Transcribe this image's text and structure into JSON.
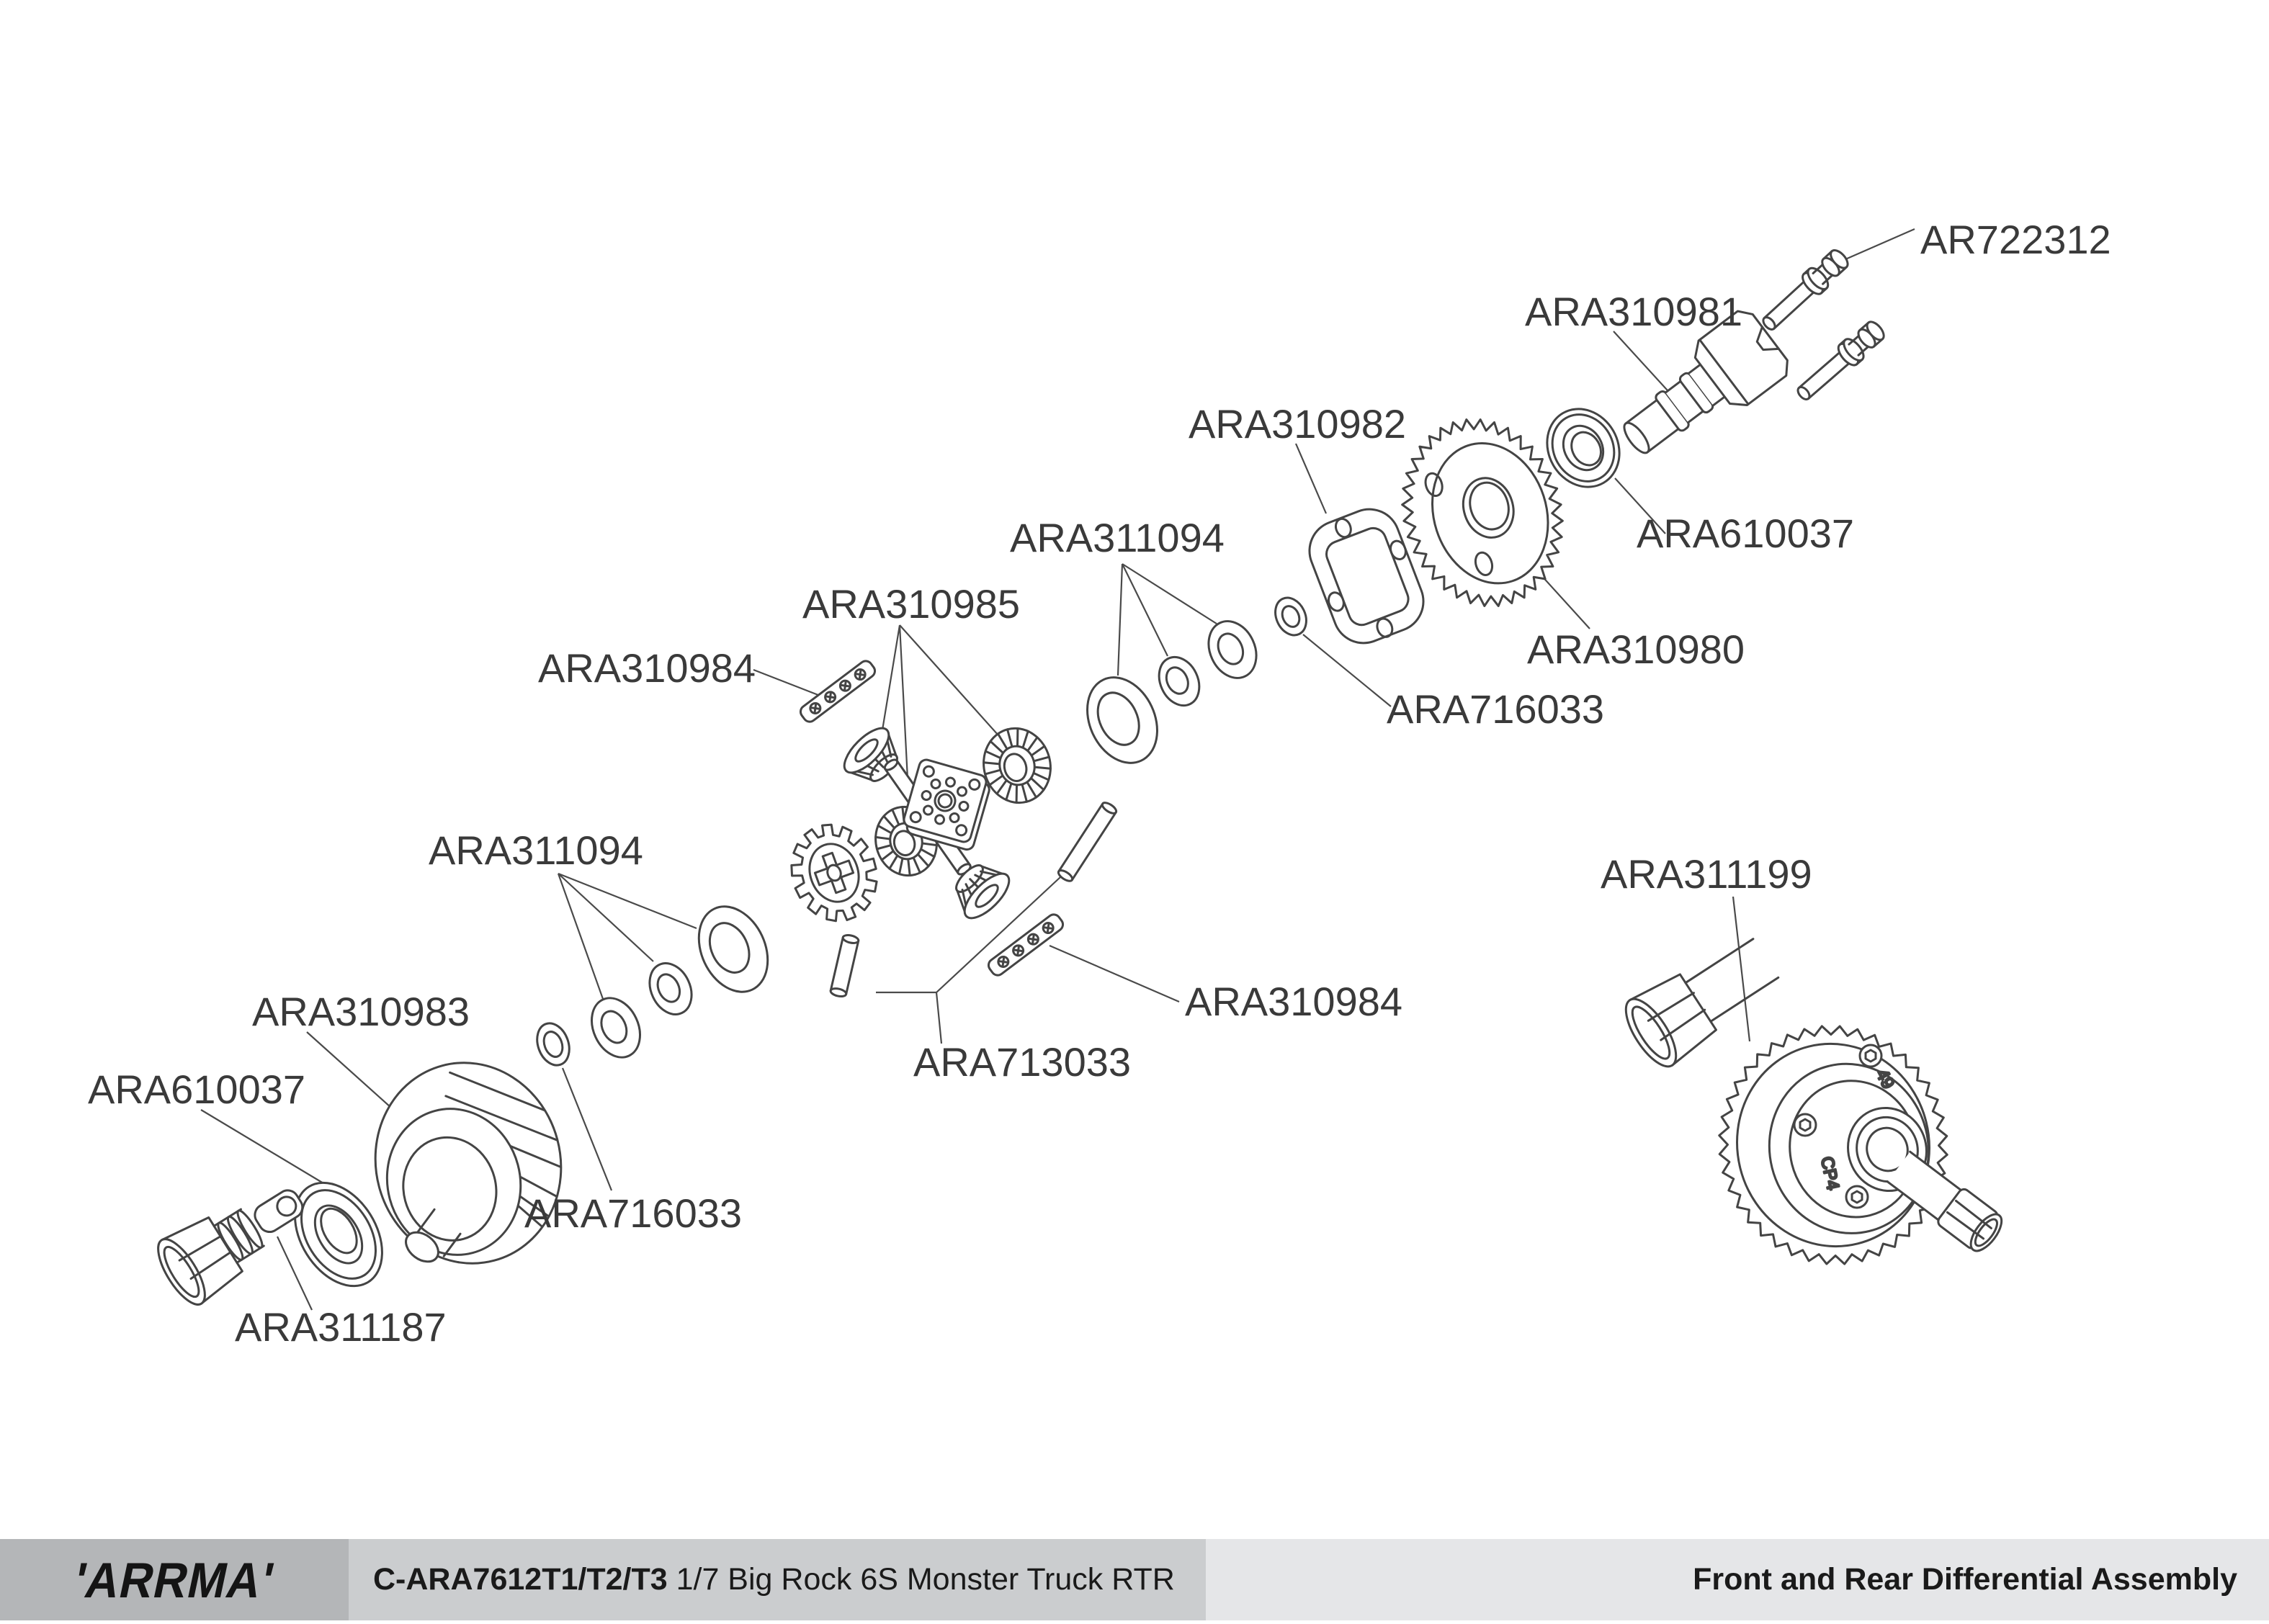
{
  "labels": [
    {
      "id": "ar722312",
      "text": "AR722312"
    },
    {
      "id": "ara310981",
      "text": "ARA310981"
    },
    {
      "id": "ara310982",
      "text": "ARA310982"
    },
    {
      "id": "ara610037-right",
      "text": "ARA610037"
    },
    {
      "id": "ara310980",
      "text": "ARA310980"
    },
    {
      "id": "ara311094-center",
      "text": "ARA311094"
    },
    {
      "id": "ara310985",
      "text": "ARA310985"
    },
    {
      "id": "ara310984-left",
      "text": "ARA310984"
    },
    {
      "id": "ara716033-right",
      "text": "ARA716033"
    },
    {
      "id": "ara311094-left",
      "text": "ARA311094"
    },
    {
      "id": "ara311199",
      "text": "ARA311199"
    },
    {
      "id": "ara310983",
      "text": "ARA310983"
    },
    {
      "id": "ara610037-left",
      "text": "ARA610037"
    },
    {
      "id": "ara310984-right",
      "text": "ARA310984"
    },
    {
      "id": "ara713033",
      "text": "ARA713033"
    },
    {
      "id": "ara716033-left",
      "text": "ARA716033"
    },
    {
      "id": "ara311187",
      "text": "ARA311187"
    }
  ],
  "stamps": {
    "cp4": "CP4",
    "s49": "49"
  },
  "footer": {
    "brand": "'ARRMA'",
    "sku_bold": "C-ARA7612T1/T2/T3",
    "sku_rest": " 1/7 Big Rock 6S Monster Truck RTR",
    "title": "Front and Rear Differential Assembly"
  },
  "colors": {
    "line": "#444444",
    "label_text": "#3a3a3a",
    "logo_block_bg": "#b4b6b8",
    "sku_bar_bg": "#cbcdcf",
    "right_bar_bg": "#e5e6e8",
    "diagram_bg": "#ffffff"
  }
}
